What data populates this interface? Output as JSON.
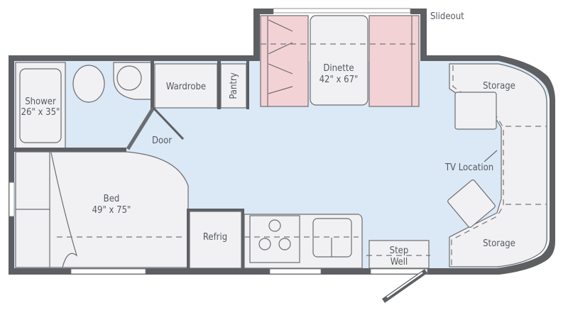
{
  "floorplan": {
    "slideout_label": "Slideout",
    "shower": {
      "name": "Shower",
      "size": "26\" x 35\""
    },
    "wardrobe": "Wardrobe",
    "pantry": "Pantry",
    "door": "Door",
    "bed": {
      "name": "Bed",
      "size": "49\" x 75\""
    },
    "refrig": "Refrig",
    "dinette": {
      "name": "Dinette",
      "size": "42\" x 67\""
    },
    "storage_top": "Storage",
    "storage_bottom": "Storage",
    "tv_location": "TV Location",
    "step_well": {
      "line1": "Step",
      "line2": "Well"
    }
  },
  "colors": {
    "wall": "#5d5f63",
    "floor": "#dbe8f6",
    "seat": "#f3d2d6",
    "fixture": "#f1f1f3"
  }
}
